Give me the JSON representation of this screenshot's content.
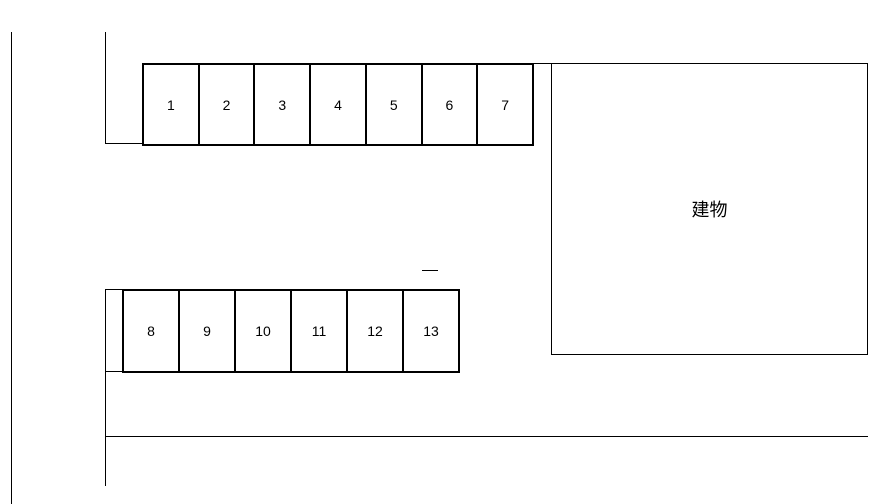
{
  "map": {
    "top_row_slots": [
      "1",
      "2",
      "3",
      "4",
      "5",
      "6",
      "7"
    ],
    "bottom_row_slots": [
      "8",
      "9",
      "10",
      "11",
      "12",
      "13"
    ],
    "building_label": "建物"
  },
  "colors": {
    "line": "#000000",
    "background": "#ffffff"
  }
}
